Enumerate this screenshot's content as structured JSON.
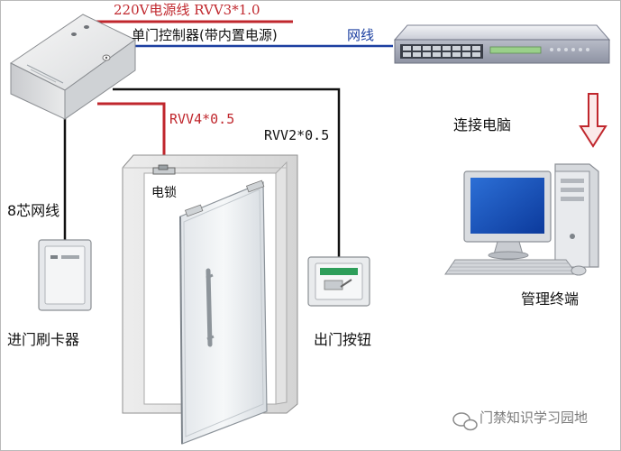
{
  "labels": {
    "power_cable": "220V电源线 RVV3*1.0",
    "controller": "单门控制器(带内置电源)",
    "network_cable": "网线",
    "lock_cable": "RVV4*0.5",
    "button_cable": "RVV2*0.5",
    "connect_pc": "连接电脑",
    "electric_lock": "电锁",
    "eight_core_cable": "8芯网线",
    "card_reader": "进门刷卡器",
    "exit_button": "出门按钮",
    "management_terminal": "管理终端"
  },
  "watermark": "门禁知识学习园地",
  "colors": {
    "power_line": "#c0272d",
    "network_line": "#1b3fa0",
    "signal_line": "#111111",
    "arrow": "#c0272d",
    "text": "#111111"
  }
}
